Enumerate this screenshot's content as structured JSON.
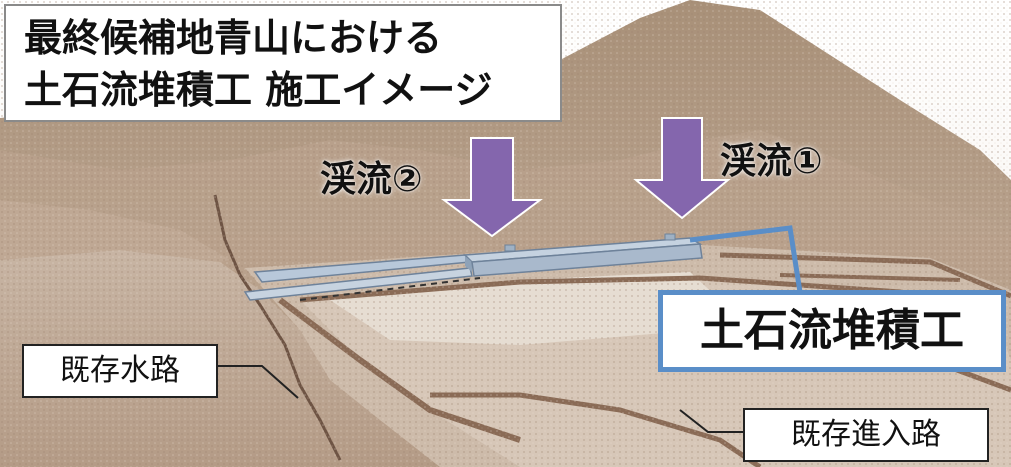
{
  "title": {
    "line1": "最終候補地青山における",
    "line2": "土石流堆積工 施工イメージ"
  },
  "labels": {
    "stream1": "渓流①",
    "stream2": "渓流②",
    "debris_flow_structure": "土石流堆積工",
    "existing_waterway": "既存水路",
    "existing_road": "既存進入路"
  },
  "colors": {
    "arrow": "#8466ad",
    "callout_border": "#5a8ec8",
    "terrain": "#c9b19b",
    "structure": "#c5d2e0"
  },
  "icons": [
    "down-arrow-icon",
    "down-arrow-icon"
  ]
}
